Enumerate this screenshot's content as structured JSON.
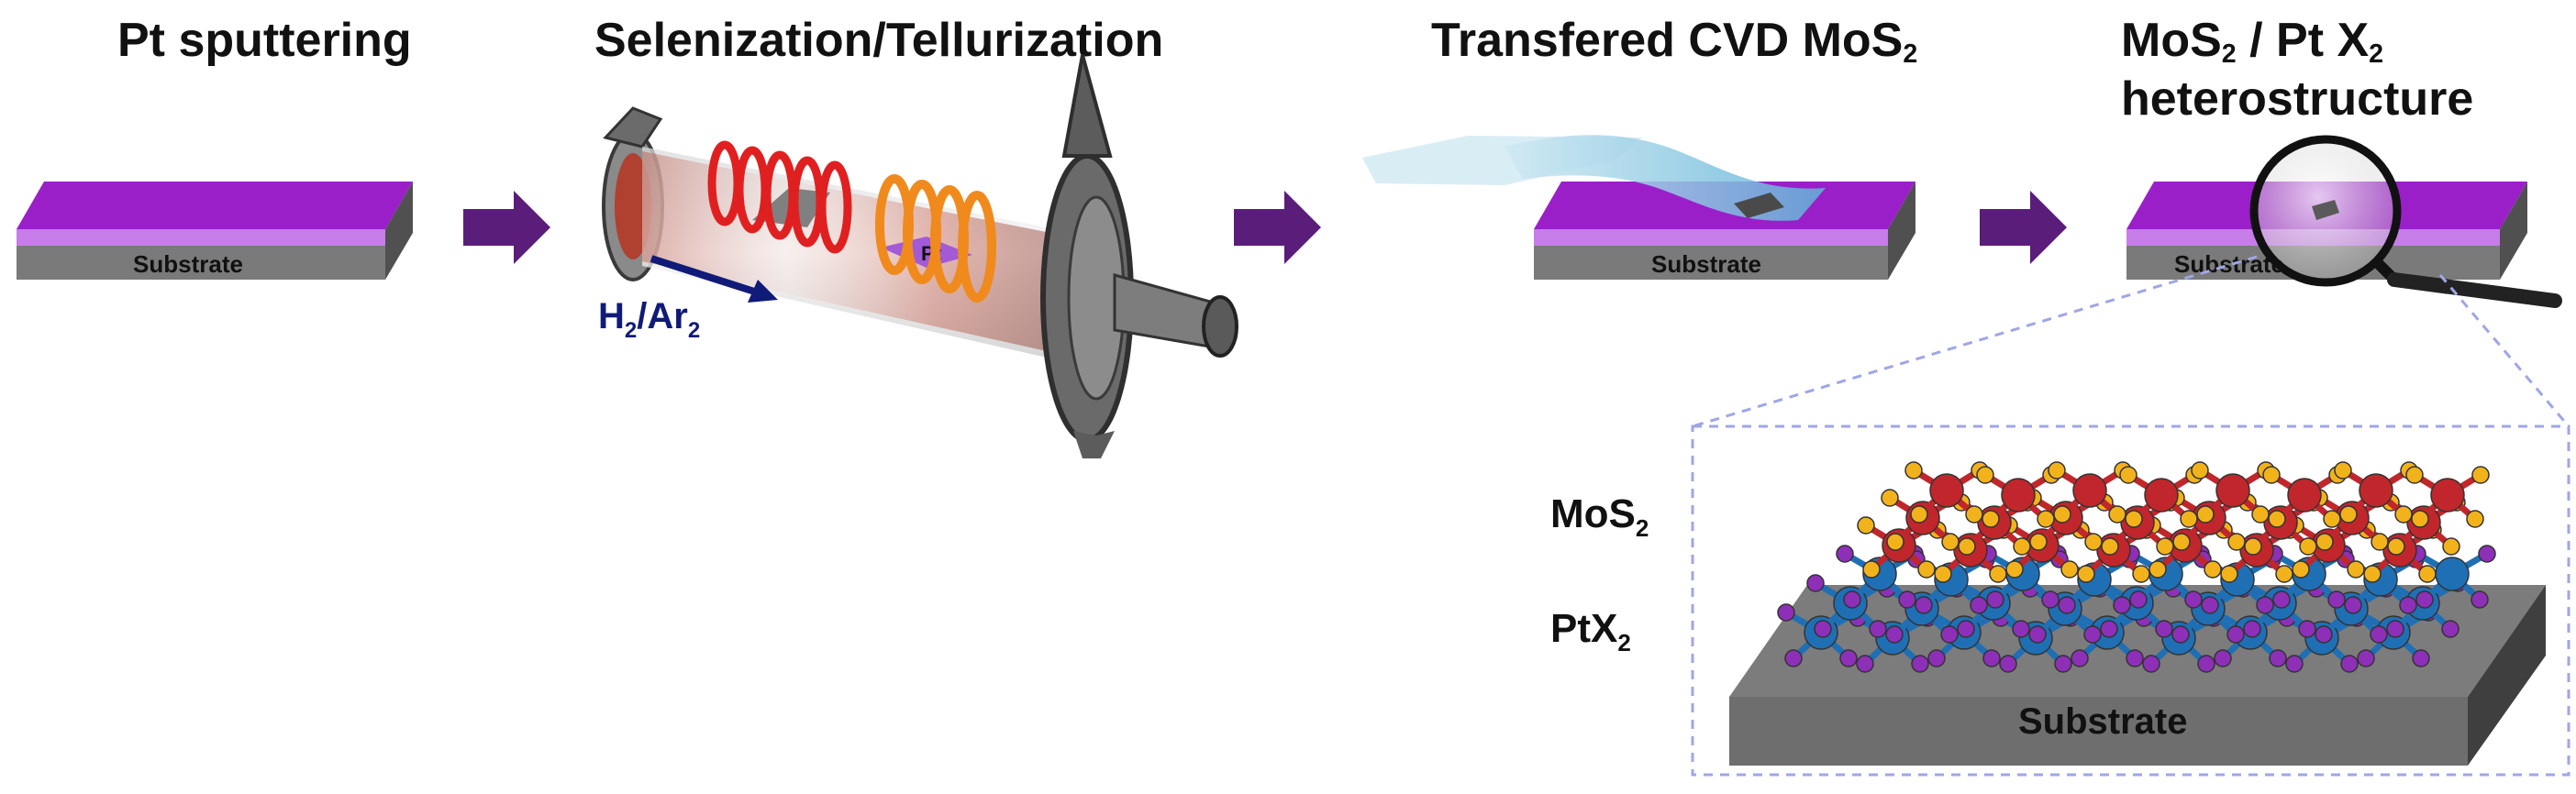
{
  "steps": [
    {
      "title": "Pt sputtering",
      "substrate_label": "Substrate"
    },
    {
      "title": "Selenization/Tellurization",
      "gas_main": "H",
      "gas_sub1": "2",
      "gas_mid": "/Ar",
      "gas_sub2": "2",
      "pt_label": "Pt"
    },
    {
      "title_main": "Transfered CVD MoS",
      "title_sub": "2",
      "substrate_label": "Substrate"
    },
    {
      "title_line1_a": "MoS",
      "title_line1_sub1": "2",
      "title_line1_b": " / Pt X",
      "title_line1_sub2": "2",
      "title_line2": "heterostructure",
      "substrate_label": "Substrate"
    }
  ],
  "zoom": {
    "mos2_main": "MoS",
    "mos2_sub": "2",
    "ptx2_main": "PtX",
    "ptx2_sub": "2",
    "substrate_label": "Substrate"
  },
  "colors": {
    "substrate_top": "#9b1fc9",
    "substrate_side": "#6b6b6b",
    "arrow": "#5a1d7a",
    "mo_atom": "#c0262b",
    "s_atom": "#f2b21c",
    "pt_atom": "#1f6fb5",
    "x_atom": "#8e2fb8",
    "coil_red": "#e02020",
    "coil_orange": "#f08a1c",
    "gas_arrow": "#101a78"
  }
}
